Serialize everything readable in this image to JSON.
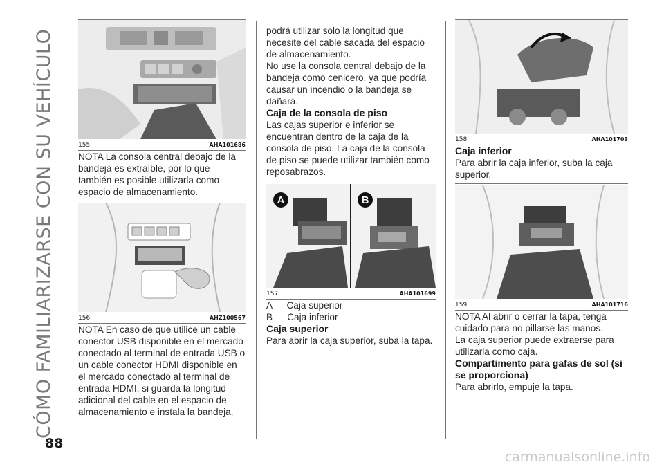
{
  "side_title": "CÓMO FAMILIARIZARSE CON SU VEHÍCULO",
  "page_number": "88",
  "watermark": "carmanualsonline.info",
  "col1": {
    "fig155": {
      "num": "155",
      "code": "AHA101686"
    },
    "note155": "NOTA La consola central debajo de la bandeja es extraíble, por lo que también es posible utilizarla como espacio de almacenamiento.",
    "fig156": {
      "num": "156",
      "code": "AHZ100567"
    },
    "note156": "NOTA En caso de que utilice un cable conector USB disponible en el mercado conectado al terminal de entrada USB o un cable conector HDMI disponible en el mercado conectado al terminal de entrada HDMI, si guarda la longitud adicional del cable en el espacio de almacenamiento e instala la bandeja,"
  },
  "col2": {
    "cont_text": "podrá utilizar solo la longitud que necesite del cable sacada del espacio de almacenamiento.",
    "para2": "No use la consola central debajo de la bandeja como cenicero, ya que podría causar un incendio o la bandeja se dañará.",
    "heading1": "Caja de la consola de piso",
    "para3": "Las cajas superior e inferior se encuentran dentro de la caja de la consola de piso. La caja de la consola de piso se puede utilizar también como reposabrazos.",
    "fig157": {
      "num": "157",
      "code": "AHA101699",
      "label_a": "A",
      "label_b": "B"
    },
    "legend_a": "A — Caja superior",
    "legend_b": "B — Caja inferior",
    "heading2": "Caja superior",
    "para4": "Para abrir la caja superior, suba la tapa."
  },
  "col3": {
    "fig158": {
      "num": "158",
      "code": "AHA101703"
    },
    "heading1": "Caja inferior",
    "para1": "Para abrir la caja inferior, suba la caja superior.",
    "fig159": {
      "num": "159",
      "code": "AHA101716"
    },
    "note159": "NOTA Al abrir o cerrar la tapa, tenga cuidado para no pillarse las manos.",
    "para2": "La caja superior puede extraerse para utilizarla como caja.",
    "heading2": "Compartimento para gafas de sol (si se proporciona)",
    "para3": "Para abrirlo, empuje la tapa."
  }
}
